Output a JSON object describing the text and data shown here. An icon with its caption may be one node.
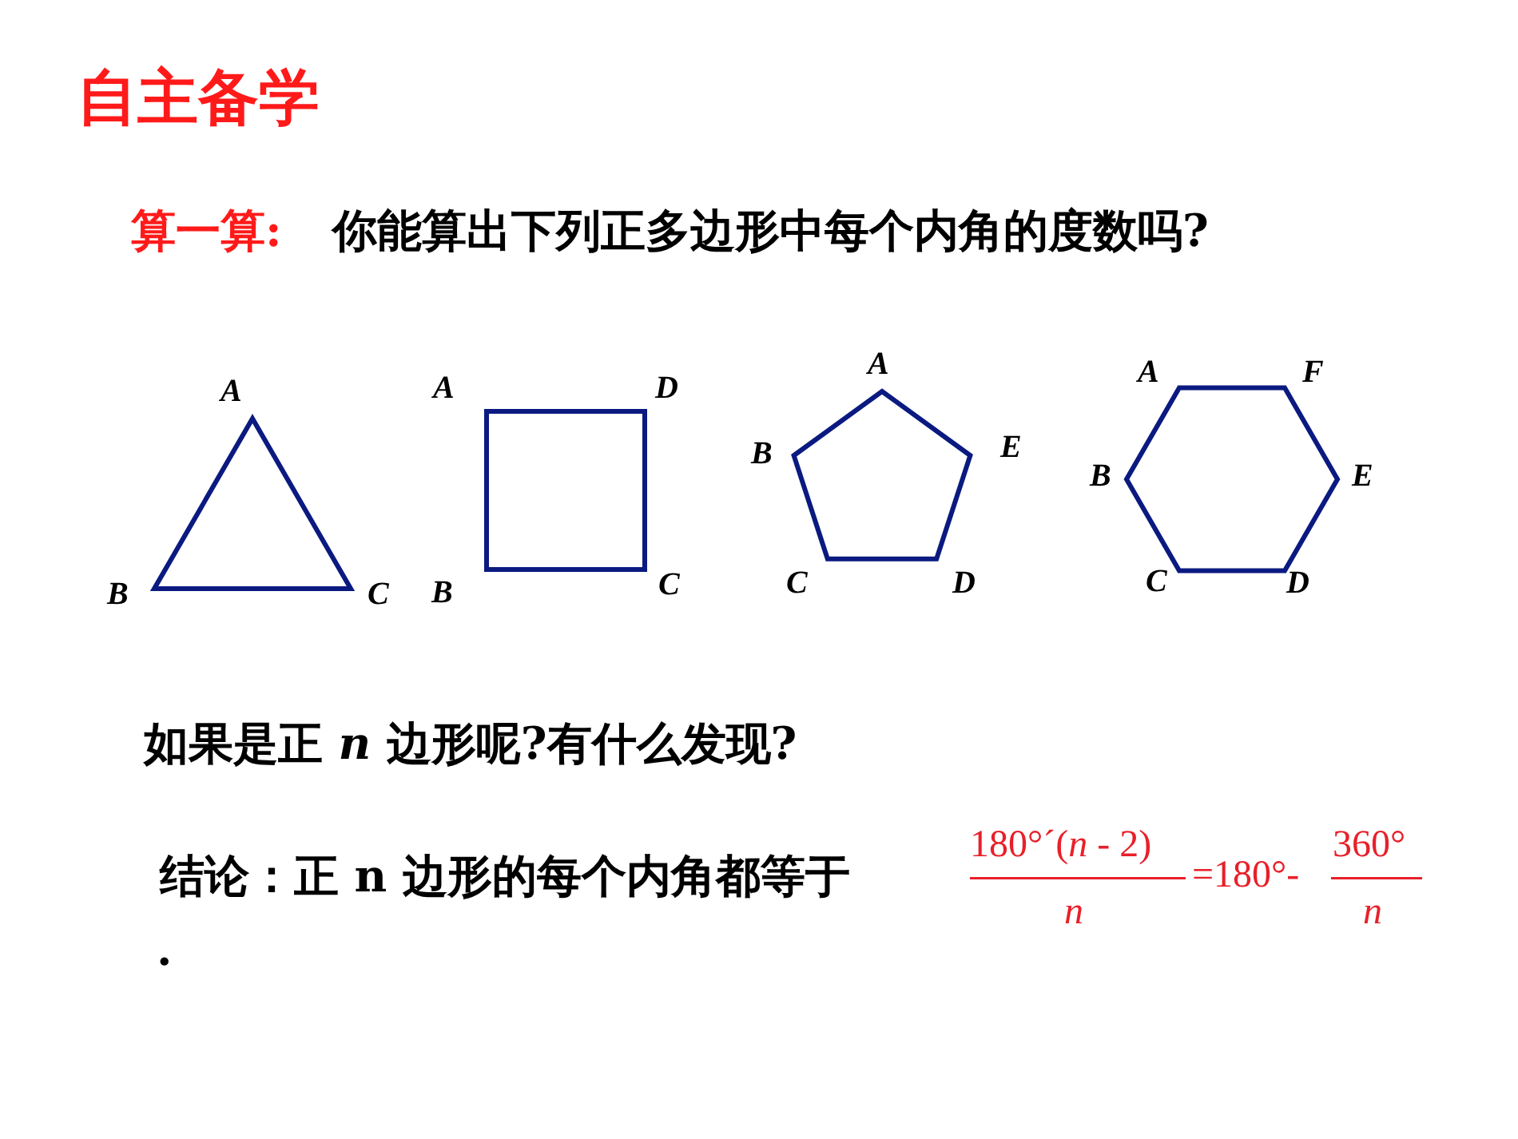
{
  "diagram": {
    "title": "自主备学",
    "nodes": [
      {
        "text": [],
        "shape": "triangle",
        "beside": [
          "A",
          "B",
          "C"
        ]
      },
      {
        "text": [],
        "shape": "box",
        "beside": [
          "A",
          "D",
          "B",
          "C"
        ]
      },
      {
        "text": [],
        "shape": "pentagon",
        "beside": [
          "A",
          "B",
          "E",
          "C",
          "D"
        ]
      },
      {
        "text": [],
        "shape": "hexagon",
        "beside": [
          "A",
          "F",
          "B",
          "E",
          "C",
          "D"
        ]
      }
    ],
    "edges": [],
    "labels": [
      "算一算:",
      "你能算出下列正多边形中每个内角的度数吗?",
      "如果是正 *n* 边形呢?有什么发现?",
      "结论：正 **n** 边形的每个内角都等于",
      "180°´(*n* - 2)",
      "*n*",
      "=180°-",
      "360°",
      "*n*",
      "."
    ]
  }
}
